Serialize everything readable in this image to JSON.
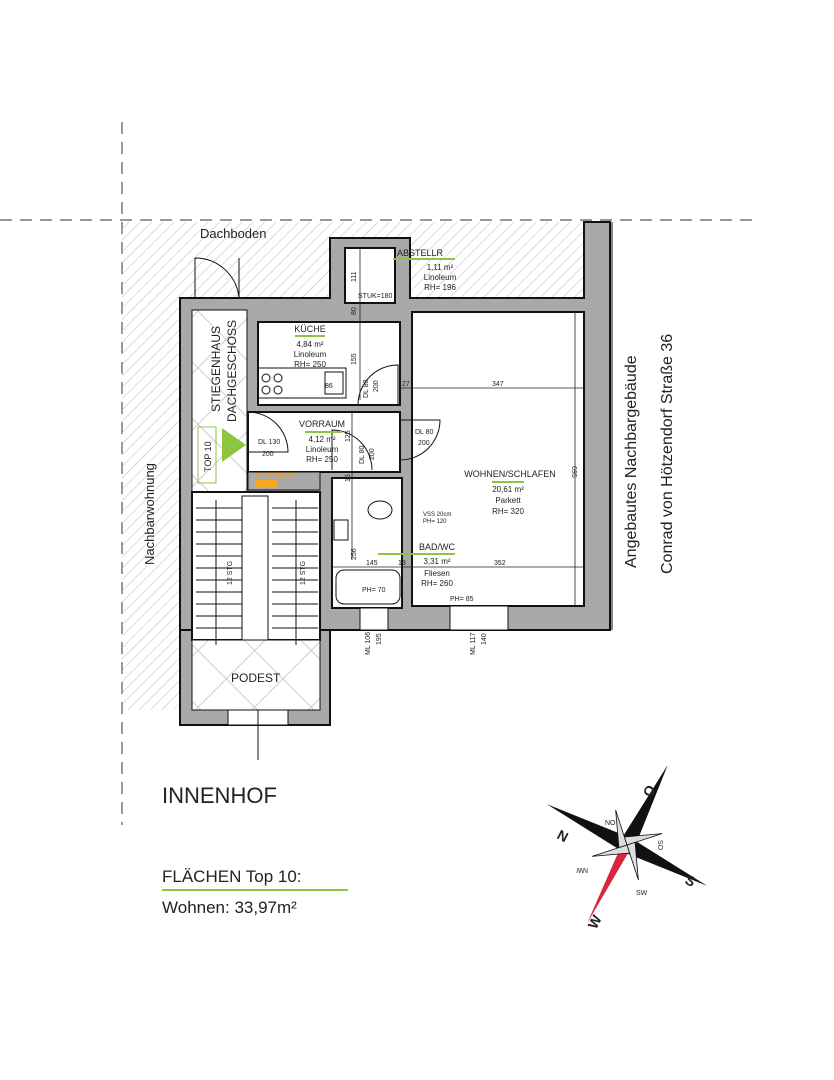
{
  "plan": {
    "dachboden": "Dachboden",
    "nachbarwohnung": "Nachbarwohnung",
    "neighbour_building": "Angebautes Nachbargebäude",
    "neighbour_address": "Conrad von Hötzendorf Straße 36",
    "innenhof": "INNENHOF",
    "stairwell": [
      "STIEGENHAUS",
      "DACHGESCHOSS"
    ],
    "top_label": "TOP 10",
    "e_verteiler": "E-VERTEILER",
    "podest": "PODEST",
    "stairs": [
      "12 STG",
      "12 STG"
    ],
    "accent_color": "#8cc63f"
  },
  "rooms": {
    "abstellr": {
      "name": "ABSTELLR",
      "area": "1,11 m²",
      "floor": "Linoleum",
      "height": "RH= 196"
    },
    "kueche": {
      "name": "KÜCHE",
      "area": "4,84 m²",
      "floor": "Linoleum",
      "height": "RH= 250"
    },
    "vorraum": {
      "name": "VORRAUM",
      "area": "4,12 m²",
      "floor": "Linoleum",
      "height": "RH= 250"
    },
    "wohnen": {
      "name": "WOHNEN/SCHLAFEN",
      "area": "20,61 m²",
      "floor": "Parkett",
      "height": "RH= 320"
    },
    "bad": {
      "name": "BAD/WC",
      "area": "3,31 m²",
      "floor": "Fliesen",
      "height": "RH= 260"
    }
  },
  "annotations": {
    "stuk": "STUK=180",
    "d111": "111",
    "d80": "80",
    "d155": "155",
    "d86": "86",
    "d27": "27",
    "d347": "347",
    "d695": "695",
    "d125": "125",
    "d15": "15",
    "d256": "256",
    "d145": "145",
    "d13": "13",
    "d352": "352",
    "door_dl130": [
      "DL 130",
      "200"
    ],
    "door_kitchen": [
      "DL 80",
      "200"
    ],
    "door_living": [
      "DL 80",
      "200"
    ],
    "door_bath": [
      "DL 80",
      "200"
    ],
    "vss": [
      "VSS 20cm",
      "PH= 120"
    ],
    "ph70": "PH= 70",
    "ph85": "PH= 85",
    "ml_bad": [
      "ML 106",
      "195"
    ],
    "ml_wohnen": [
      "ML 117",
      "140"
    ]
  },
  "legend": {
    "title": "FLÄCHEN Top 10:",
    "value": "Wohnen: 33,97m²"
  },
  "compass": {
    "N": "N",
    "O": "O",
    "S": "S",
    "W": "W",
    "NO": "NO",
    "SO": "SO",
    "SW": "SW",
    "NW": "NW",
    "north_color": "#d7263d"
  }
}
